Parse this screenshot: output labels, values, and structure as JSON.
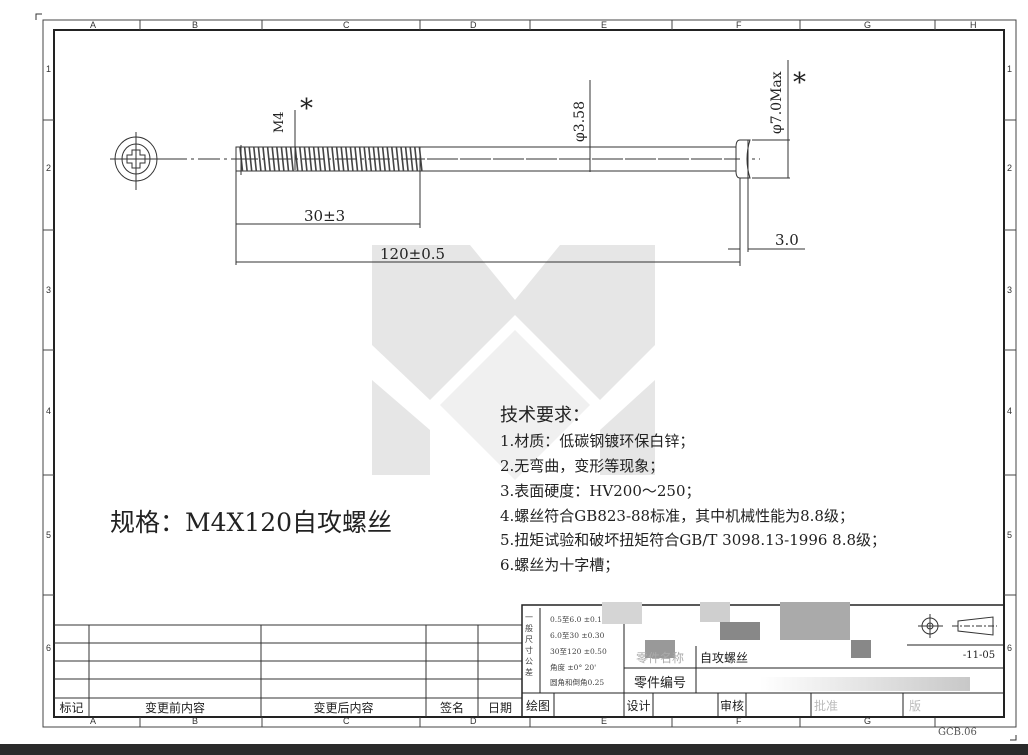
{
  "zones": {
    "cols": [
      "A",
      "B",
      "C",
      "D",
      "E",
      "F",
      "G",
      "H"
    ],
    "rows": [
      "1",
      "2",
      "3",
      "4",
      "5",
      "6"
    ]
  },
  "dims": {
    "m4": "M4",
    "star": "*",
    "d358": "φ3.58",
    "d70": "φ7.0Max",
    "len30": "30±3",
    "len120": "120±0.5",
    "head": "3.0"
  },
  "spec": "规格：M4X120自攻螺丝",
  "tech": {
    "title": "技术要求：",
    "items": [
      "1.材质：低碳钢镀环保白锌；",
      "2.无弯曲，变形等现象；",
      "3.表面硬度：HV200～250；",
      "4.螺丝符合GB823-88标准，其中机械性能为8.8级；",
      "5.扭矩试验和破坏扭矩符合GB/T 3098.13-1996 8.8级；",
      "6.螺丝为十字槽；"
    ]
  },
  "revision": {
    "headers": [
      "标记",
      "变更前内容",
      "变更后内容",
      "签名",
      "日期"
    ]
  },
  "title_block": {
    "tol_label": "一般尺寸公差",
    "tolerances": [
      "0.5至6.0  ±0.1",
      "6.0至30  ±0.30",
      "30至120  ±0.50",
      "角度  ±0° 20'",
      "圆角和倒角0.25"
    ],
    "part_name_label": "零件名称",
    "part_name": "自攻螺丝",
    "part_no_label": "零件编号",
    "date": "-11-05",
    "draw": "绘图",
    "design": "设计",
    "review": "审核",
    "approve": "批准",
    "version": "版",
    "code": "GCB.06"
  }
}
